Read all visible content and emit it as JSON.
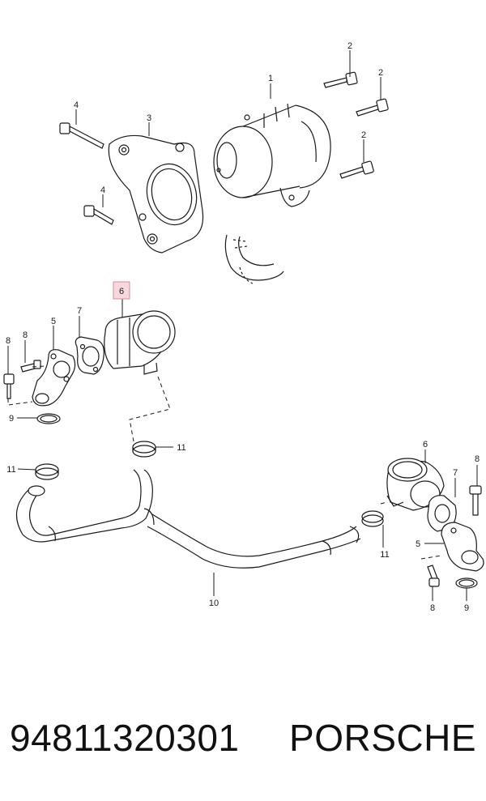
{
  "labels": {
    "l1": "1",
    "l2a": "2",
    "l2b": "2",
    "l2c": "2",
    "l3": "3",
    "l4a": "4",
    "l4b": "4",
    "l5a": "5",
    "l5b": "5",
    "l6a": "6",
    "l6b": "6",
    "l7a": "7",
    "l7b": "7",
    "l8a": "8",
    "l8b": "8",
    "l8c": "8",
    "l8d": "8",
    "l9a": "9",
    "l9b": "9",
    "l10": "10",
    "l11a": "11",
    "l11b": "11",
    "l11c": "11"
  },
  "highlighted_label": "6",
  "footer": {
    "part_number": "94811320301",
    "brand": "PORSCHE"
  }
}
